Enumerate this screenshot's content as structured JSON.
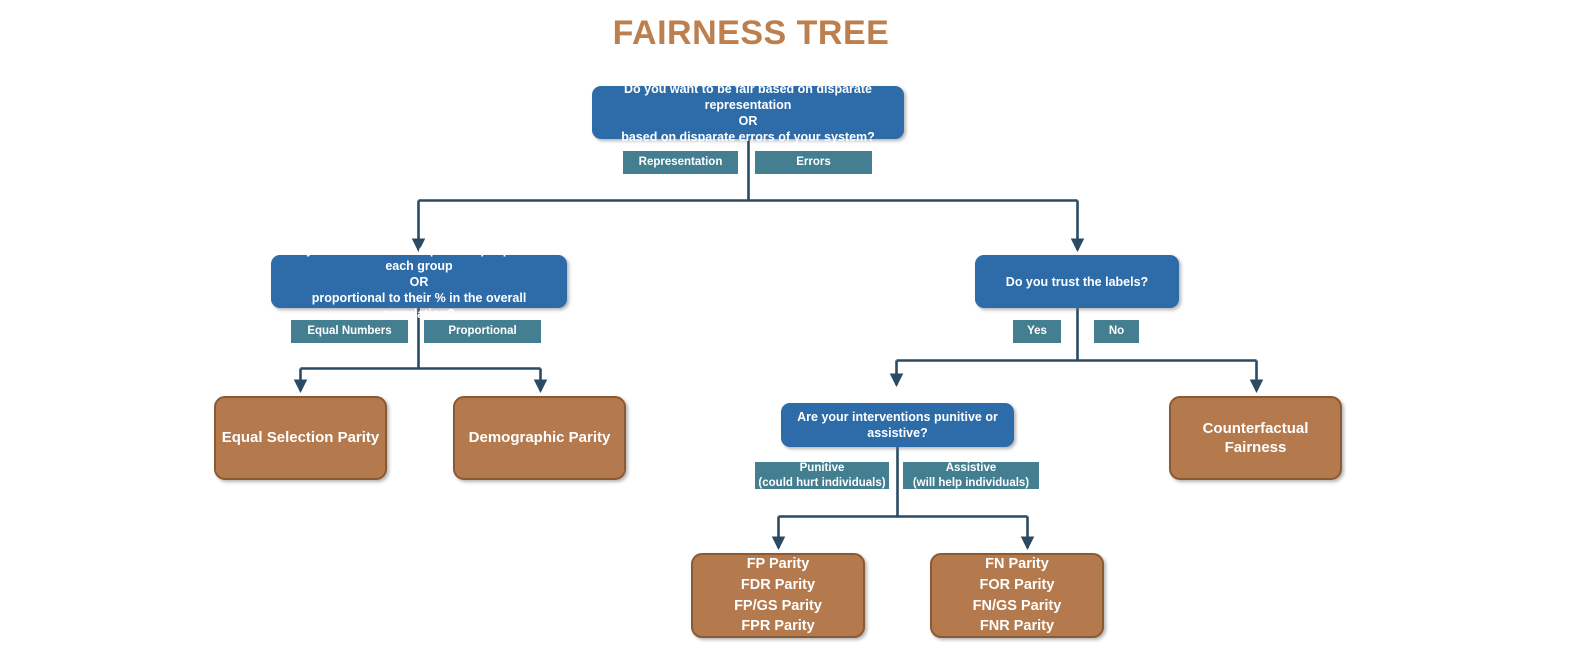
{
  "title": "FAIRNESS TREE",
  "colors": {
    "title": "#bd7f4e",
    "decision": "#2d6ca9",
    "leaf": "#b4794c",
    "leaf_border": "#8a5a33",
    "chip": "#437f91",
    "connector": "#2b4a63",
    "background": "#ffffff"
  },
  "nodes": {
    "root": {
      "line1": "Do you want to be fair based on disparate representation",
      "line2": "OR",
      "line3": "based on disparate errors of your system?"
    },
    "representation_branch": {
      "line1": "Do you need to select equal # of people from each group",
      "line2": "OR",
      "line3": "proportional to their % in the overall population?"
    },
    "trust_labels": {
      "text": "Do you trust the labels?"
    },
    "interventions": {
      "text": "Are your interventions punitive or assistive?"
    }
  },
  "leaves": {
    "equal_selection_parity": {
      "text": "Equal Selection Parity"
    },
    "demographic_parity": {
      "text": "Demographic Parity"
    },
    "counterfactual_fairness": {
      "text": "Counterfactual Fairness"
    },
    "fp_group": {
      "line1": "FP Parity",
      "line2": "FDR Parity",
      "line3": "FP/GS Parity",
      "line4": "FPR Parity"
    },
    "fn_group": {
      "line1": "FN Parity",
      "line2": "FOR Parity",
      "line3": "FN/GS Parity",
      "line4": "FNR Parity"
    }
  },
  "edge_labels": {
    "representation": {
      "text": "Representation"
    },
    "errors": {
      "text": "Errors"
    },
    "equal_numbers": {
      "text": "Equal Numbers"
    },
    "proportional": {
      "text": "Proportional"
    },
    "yes": {
      "text": "Yes"
    },
    "no": {
      "text": "No"
    },
    "punitive": {
      "line1": "Punitive",
      "line2": "(could hurt individuals)"
    },
    "assistive": {
      "line1": "Assistive",
      "line2": "(will help individuals)"
    }
  }
}
